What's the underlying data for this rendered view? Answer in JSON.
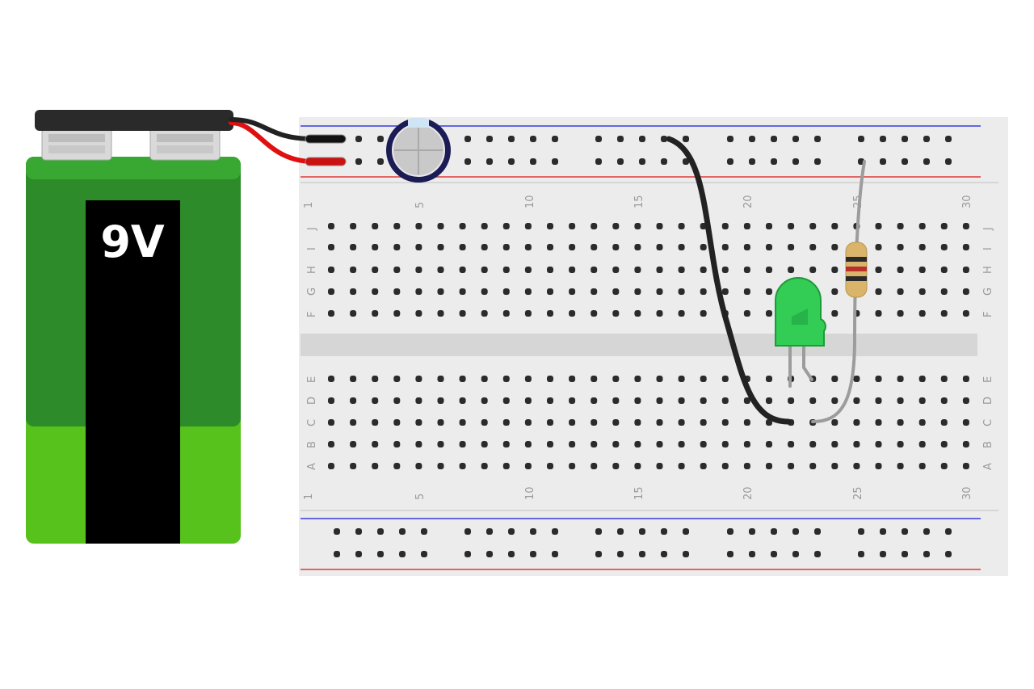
{
  "battery": {
    "label": "9V",
    "colors": {
      "top": "#2e8b2a",
      "bottom": "#57c21c",
      "band": "#000000",
      "cap": "#2a2a2a"
    }
  },
  "breadboard": {
    "column_labels": [
      "1",
      "5",
      "10",
      "15",
      "20",
      "25",
      "30"
    ],
    "row_labels_top": [
      "J",
      "I",
      "H",
      "G",
      "F"
    ],
    "row_labels_bottom": [
      "E",
      "D",
      "C",
      "B",
      "A"
    ],
    "colors": {
      "board": "#ececec",
      "hole": "#2b2b2b",
      "rail_positive": "#e03a3a",
      "rail_negative": "#3a3ae0",
      "trench": "#d6d6d6"
    }
  },
  "components": {
    "capacitor": {
      "color": "#1b1b55"
    },
    "led": {
      "color": "#33cc55"
    },
    "resistor": {
      "color": "#d9b46a",
      "bands": [
        "#2a2a2a",
        "#b8322a",
        "#2a2a2a"
      ]
    },
    "wires": {
      "black": "#222222",
      "red": "#e01010",
      "gray": "#9c9c9c"
    }
  }
}
